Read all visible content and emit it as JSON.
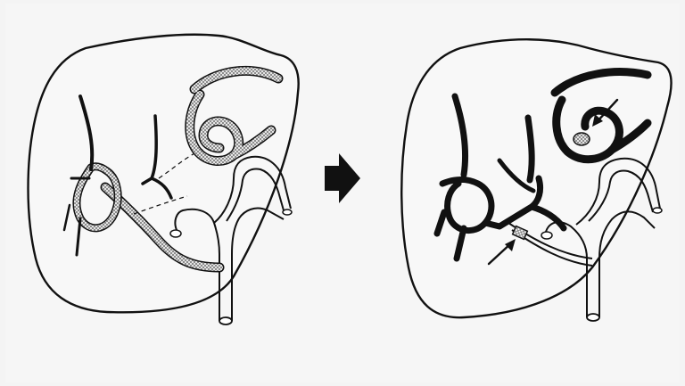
{
  "figure": {
    "panels": [
      {
        "state": "before",
        "vessel_fill": "crosshatched"
      },
      {
        "state": "after",
        "vessel_fill": "solid-black",
        "indicator_arrows": 2
      }
    ],
    "transition_icon": "right-arrow-icon"
  },
  "colors": {
    "background": "#f6f6f6",
    "ink": "#111111",
    "organ_fill": "#f8f8f8",
    "hatch": "#8a8a8a"
  }
}
